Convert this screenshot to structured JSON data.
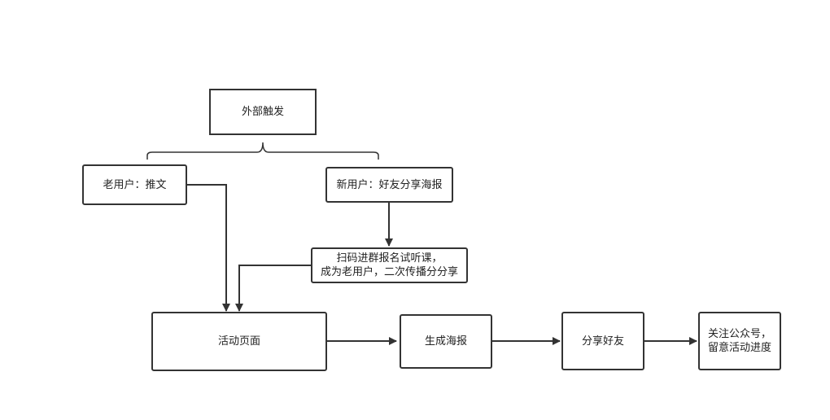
{
  "nodes": {
    "external_trigger": "外部触发",
    "old_user": "老用户：推文",
    "new_user": "新用户：好友分享海报",
    "scan_line1": "扫码进群报名试听课，",
    "scan_line2": "成为老用户，二次传播分分享",
    "activity_page": "活动页面",
    "generate_poster": "生成海报",
    "share_friends": "分享好友",
    "follow_line1": "关注公众号，",
    "follow_line2": "留意活动进度"
  },
  "colors": {
    "stroke": "#333333",
    "text": "#222222",
    "background": "#ffffff"
  }
}
